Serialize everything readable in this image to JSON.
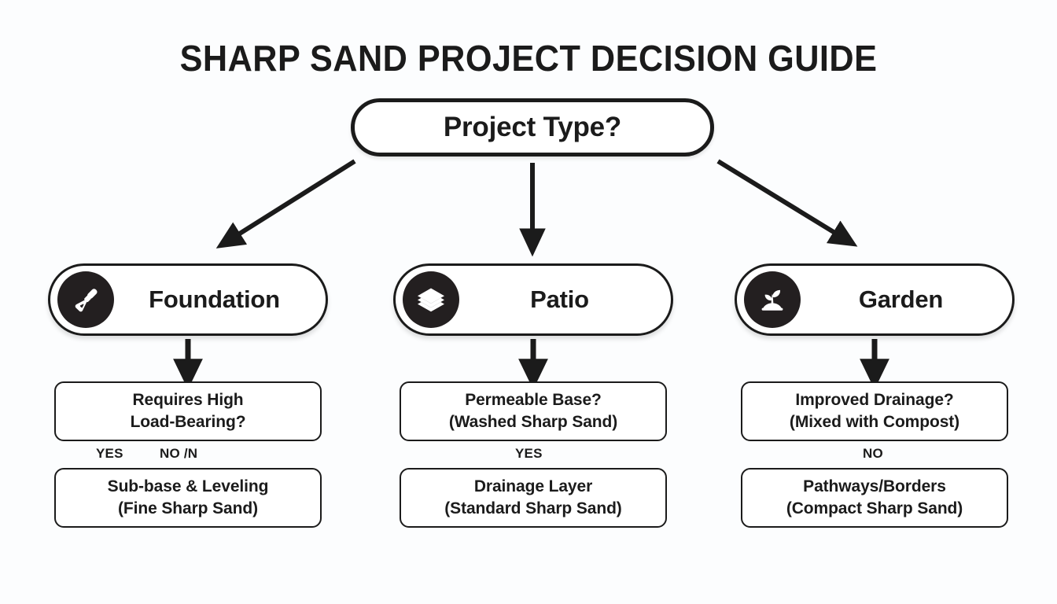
{
  "page": {
    "title": "SHARP SAND PROJECT DECISION GUIDE",
    "background_color": "#fcfdfe",
    "ink_color": "#1b1b1b"
  },
  "root": {
    "label": "Project Type?"
  },
  "columns": [
    {
      "id": "foundation",
      "category": {
        "label": "Foundation",
        "icon": "trowel-icon"
      },
      "question": {
        "line1": "Requires High",
        "line2": "Load-Bearing?"
      },
      "branch_labels": [
        {
          "text": "YES"
        },
        {
          "text": "NO /N"
        }
      ],
      "result": {
        "line1": "Sub-base & Leveling",
        "line2": "(Fine Sharp Sand)"
      }
    },
    {
      "id": "patio",
      "category": {
        "label": "Patio",
        "icon": "layers-icon"
      },
      "question": {
        "line1": "Permeable Base?",
        "line2": "(Washed Sharp Sand)"
      },
      "branch_labels": [
        {
          "text": "YES"
        }
      ],
      "result": {
        "line1": "Drainage Layer",
        "line2": "(Standard Sharp Sand)"
      }
    },
    {
      "id": "garden",
      "category": {
        "label": "Garden",
        "icon": "seedling-icon"
      },
      "question": {
        "line1": "Improved Drainage?",
        "line2": "(Mixed with Compost)"
      },
      "branch_labels": [
        {
          "text": "NO"
        }
      ],
      "result": {
        "line1": "Pathways/Borders",
        "line2": "(Compact Sharp Sand)"
      }
    }
  ]
}
